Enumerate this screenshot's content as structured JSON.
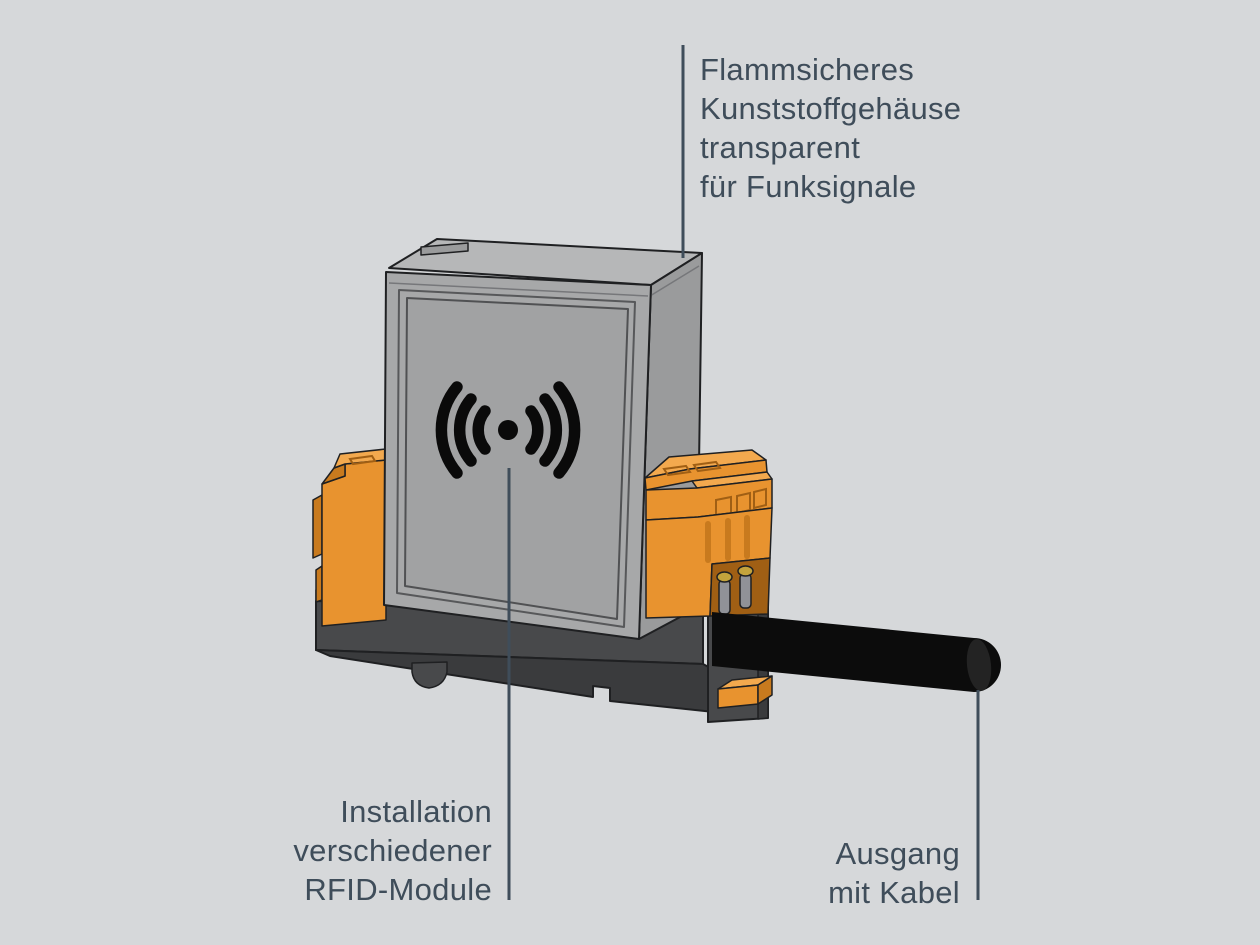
{
  "labels": {
    "housing": {
      "lines": [
        "Flammsicheres",
        "Kunststoffgehäuse",
        "transparent",
        "für Funksignale"
      ]
    },
    "rfid": {
      "lines": [
        "Installation",
        "verschiedener",
        "RFID-Module"
      ]
    },
    "output": {
      "lines": [
        "Ausgang",
        "mit Kabel"
      ]
    }
  },
  "device": {
    "name": "RFID DIN-rail module",
    "icon": "rfid-signal-icon"
  },
  "colors": {
    "background": "#d6d8da",
    "annotation": "#3f4d5a",
    "housing_top": "#b6b7b8",
    "housing_front": "#a7a8a9",
    "housing_side": "#9a9b9c",
    "housing_panel": "#a1a2a3",
    "orange_main": "#e8932f",
    "orange_light": "#f3a94e",
    "orange_dark": "#c87a1e",
    "orange_deep": "#a05f14",
    "terminal_window": "#47320f",
    "base_top": "#606163",
    "base_front": "#48494b",
    "base_side": "#3a3b3d",
    "cable": "#0c0c0c",
    "cable_cap": "#232323",
    "metal": "#909298",
    "brass": "#c3a33c",
    "icon": "#0a0a0a",
    "outline": "#1f2022"
  }
}
